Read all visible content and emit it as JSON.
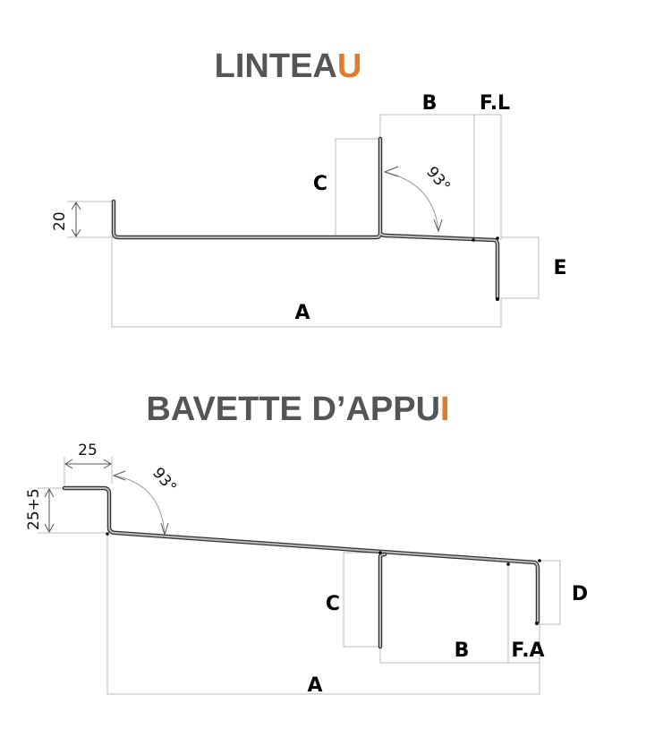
{
  "linteau": {
    "title_main": "LINTEA",
    "title_accent": "U",
    "labels": {
      "a": "A",
      "b": "B",
      "c": "C",
      "e": "E",
      "fl": "F.L"
    },
    "dim_lip": "20",
    "angle": "93°"
  },
  "bavette": {
    "title_main": "BAVETTE D’APPU",
    "title_accent": "I",
    "labels": {
      "a": "A",
      "b": "B",
      "c": "C",
      "d": "D",
      "fa": "F.A"
    },
    "dim_flange": "25",
    "dim_height": "25+5",
    "angle": "93°"
  },
  "colors": {
    "accent": "#e07b2a",
    "title": "#555555"
  }
}
